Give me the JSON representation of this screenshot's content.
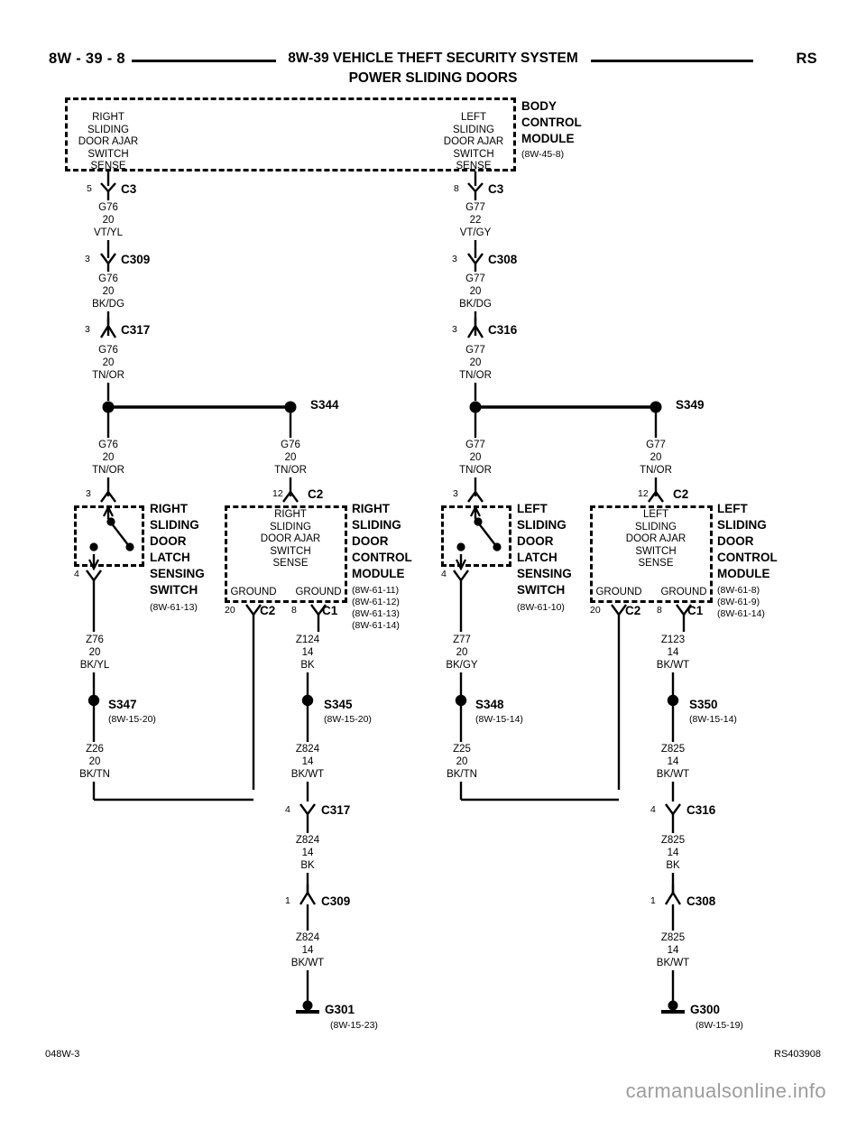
{
  "header": {
    "page_id": "8W - 39 - 8",
    "title": "8W-39 VEHICLE THEFT SECURITY SYSTEM",
    "subtitle": "POWER SLIDING DOORS",
    "model": "RS"
  },
  "footer": {
    "left_code": "048W-3",
    "right_code": "RS403908",
    "watermark": "carmanualsonline.info"
  },
  "bcm": {
    "name_line1": "BODY",
    "name_line2": "CONTROL",
    "name_line3": "MODULE",
    "reference": "(8W-45-8)",
    "right_port_label": "RIGHT\nSLIDING\nDOOR AJAR\nSWITCH\nSENSE",
    "right_port_l1": "RIGHT",
    "right_port_l2": "SLIDING",
    "right_port_l3": "DOOR AJAR",
    "right_port_l4": "SWITCH",
    "right_port_l5": "SENSE",
    "left_port_l1": "LEFT",
    "left_port_l2": "SLIDING",
    "left_port_l3": "DOOR AJAR",
    "left_port_l4": "SWITCH",
    "left_port_l5": "SENSE",
    "right_pin": "5",
    "right_conn": "C3",
    "left_pin": "8",
    "left_conn": "C3"
  },
  "branches": {
    "right": {
      "w1": {
        "circuit": "G76",
        "gauge": "20",
        "color": "VT/YL"
      },
      "c309": {
        "pin": "3",
        "name": "C309"
      },
      "w2": {
        "circuit": "G76",
        "gauge": "20",
        "color": "BK/DG"
      },
      "c317": {
        "pin": "3",
        "name": "C317"
      },
      "w3": {
        "circuit": "G76",
        "gauge": "20",
        "color": "TN/OR"
      },
      "splice": "S344",
      "w_left": {
        "circuit": "G76",
        "gauge": "20",
        "color": "TN/OR"
      },
      "w_right": {
        "circuit": "G76",
        "gauge": "20",
        "color": "TN/OR"
      },
      "switch": {
        "top_pin": "3",
        "bottom_pin": "4",
        "l1": "RIGHT",
        "l2": "SLIDING",
        "l3": "DOOR",
        "l4": "LATCH",
        "l5": "SENSING",
        "l6": "SWITCH",
        "reference": "(8W-61-13)"
      },
      "module": {
        "top_pin": "12",
        "top_conn": "C2",
        "port_l1": "RIGHT",
        "port_l2": "SLIDING",
        "port_l3": "DOOR AJAR",
        "port_l4": "SWITCH",
        "port_l5": "SENSE",
        "gnd_left_label": "GROUND",
        "gnd_right_label": "GROUND",
        "gnd_left_pin": "20",
        "gnd_left_conn": "C2",
        "gnd_right_pin": "8",
        "gnd_right_conn": "C1",
        "n1": "RIGHT",
        "n2": "SLIDING",
        "n3": "DOOR",
        "n4": "CONTROL",
        "n5": "MODULE",
        "refs": [
          "(8W-61-11)",
          "(8W-61-12)",
          "(8W-61-13)",
          "(8W-61-14)"
        ]
      },
      "switch_gnd_wire": {
        "circuit": "Z76",
        "gauge": "20",
        "color": "BK/YL"
      },
      "switch_splice": {
        "name": "S347",
        "reference": "(8W-15-20)"
      },
      "switch_gnd_wire2": {
        "circuit": "Z26",
        "gauge": "20",
        "color": "BK/TN"
      },
      "mod_gnd_wire": {
        "circuit": "Z124",
        "gauge": "14",
        "color": "BK"
      },
      "mod_splice": {
        "name": "S345",
        "reference": "(8W-15-20)"
      },
      "mod_gnd_wire2": {
        "circuit": "Z824",
        "gauge": "14",
        "color": "BK/WT"
      },
      "gnd_c317": {
        "pin": "4",
        "name": "C317"
      },
      "gnd_wire3": {
        "circuit": "Z824",
        "gauge": "14",
        "color": "BK"
      },
      "gnd_c309": {
        "pin": "1",
        "name": "C309"
      },
      "gnd_wire4": {
        "circuit": "Z824",
        "gauge": "14",
        "color": "BK/WT"
      },
      "ground": {
        "name": "G301",
        "reference": "(8W-15-23)"
      }
    },
    "left": {
      "w1": {
        "circuit": "G77",
        "gauge": "22",
        "color": "VT/GY"
      },
      "c308": {
        "pin": "3",
        "name": "C308"
      },
      "w2": {
        "circuit": "G77",
        "gauge": "20",
        "color": "BK/DG"
      },
      "c316": {
        "pin": "3",
        "name": "C316"
      },
      "w3": {
        "circuit": "G77",
        "gauge": "20",
        "color": "TN/OR"
      },
      "splice": "S349",
      "w_left": {
        "circuit": "G77",
        "gauge": "20",
        "color": "TN/OR"
      },
      "w_right": {
        "circuit": "G77",
        "gauge": "20",
        "color": "TN/OR"
      },
      "switch": {
        "top_pin": "3",
        "bottom_pin": "4",
        "l1": "LEFT",
        "l2": "SLIDING",
        "l3": "DOOR",
        "l4": "LATCH",
        "l5": "SENSING",
        "l6": "SWITCH",
        "reference": "(8W-61-10)"
      },
      "module": {
        "top_pin": "12",
        "top_conn": "C2",
        "port_l1": "LEFT",
        "port_l2": "SLIDING",
        "port_l3": "DOOR AJAR",
        "port_l4": "SWITCH",
        "port_l5": "SENSE",
        "gnd_left_label": "GROUND",
        "gnd_right_label": "GROUND",
        "gnd_left_pin": "20",
        "gnd_left_conn": "C2",
        "gnd_right_pin": "8",
        "gnd_right_conn": "C1",
        "n1": "LEFT",
        "n2": "SLIDING",
        "n3": "DOOR",
        "n4": "CONTROL",
        "n5": "MODULE",
        "refs": [
          "(8W-61-8)",
          "(8W-61-9)",
          "(8W-61-14)"
        ]
      },
      "switch_gnd_wire": {
        "circuit": "Z77",
        "gauge": "20",
        "color": "BK/GY"
      },
      "switch_splice": {
        "name": "S348",
        "reference": "(8W-15-14)"
      },
      "switch_gnd_wire2": {
        "circuit": "Z25",
        "gauge": "20",
        "color": "BK/TN"
      },
      "mod_gnd_wire": {
        "circuit": "Z123",
        "gauge": "14",
        "color": "BK/WT"
      },
      "mod_splice": {
        "name": "S350",
        "reference": "(8W-15-14)"
      },
      "mod_gnd_wire2": {
        "circuit": "Z825",
        "gauge": "14",
        "color": "BK/WT"
      },
      "gnd_c316": {
        "pin": "4",
        "name": "C316"
      },
      "gnd_wire3": {
        "circuit": "Z825",
        "gauge": "14",
        "color": "BK"
      },
      "gnd_c308": {
        "pin": "1",
        "name": "C308"
      },
      "gnd_wire4": {
        "circuit": "Z825",
        "gauge": "14",
        "color": "BK/WT"
      },
      "ground": {
        "name": "G300",
        "reference": "(8W-15-19)"
      }
    }
  }
}
